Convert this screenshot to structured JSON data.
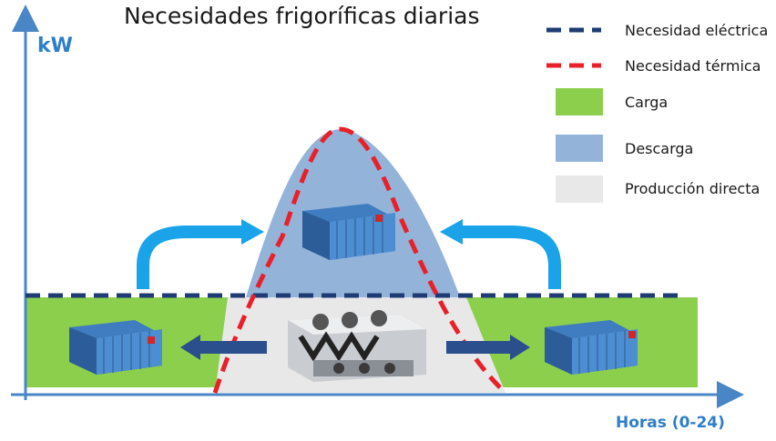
{
  "title": "Necesidades frigoríficas diarias",
  "axes": {
    "y_label": "kW",
    "x_label": "Horas (0-24)"
  },
  "legend": [
    {
      "label": "Necesidad eléctrica",
      "style": "dashed-line",
      "color": "#1f3b73"
    },
    {
      "label": "Necesidad térmica",
      "style": "dashed-line",
      "color": "#e8202a"
    },
    {
      "label": "Carga",
      "style": "swatch",
      "color": "#8ccf4d"
    },
    {
      "label": "Descarga",
      "style": "swatch",
      "color": "#94b3d9"
    },
    {
      "label": "Producción directa",
      "style": "swatch",
      "color": "#e8e8e8"
    }
  ],
  "colors": {
    "axis": "#4a86c5",
    "arrow_light": "#1aa3e8",
    "arrow_dark": "#2b4e8c",
    "tank": "#3f7cc0"
  }
}
